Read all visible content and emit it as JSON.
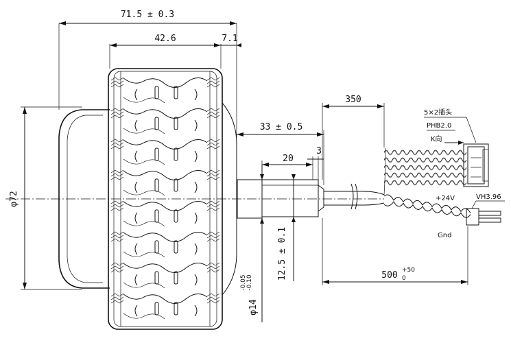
{
  "dimensions": {
    "overall_length": "71.5 ± 0.3",
    "tire_width": "42.6",
    "side_offset": "7.1",
    "diameter": "φ72",
    "cable_short": "350",
    "shaft_length": "33 ± 0.5",
    "shaft_step": "20",
    "step_gap": "3",
    "flat_height": "12.5 ± 0.1",
    "shaft_diameter": "φ14",
    "shaft_tol_upper": "-0.05",
    "shaft_tol_lower": "-0.10",
    "cable_long": "500",
    "cable_long_tol_upper": "+50",
    "cable_long_tol_lower": "0"
  },
  "connectors": {
    "signal_connector": "5×2插头",
    "signal_type": "PHB2.0",
    "direction_label": "K向",
    "power_label": "+24V",
    "power_type": "VH3.96",
    "ground_label": "Gnd"
  }
}
